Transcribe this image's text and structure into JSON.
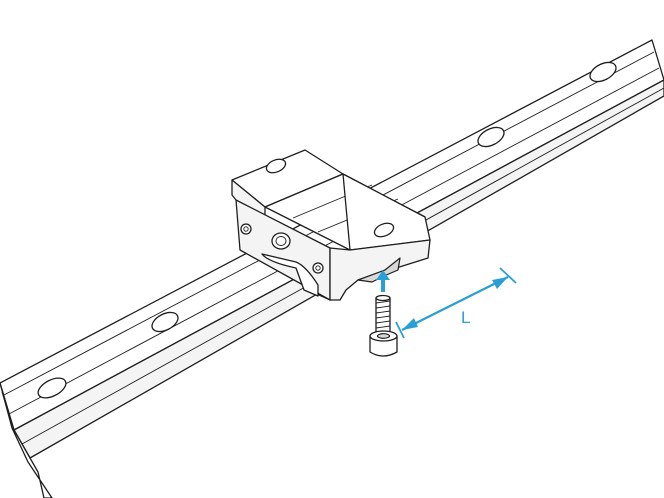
{
  "diagram": {
    "dimension_label": "L",
    "colors": {
      "outline": "#1e1e1e",
      "accent": "#2a9fd6",
      "background": "#ffffff"
    },
    "components": [
      "linear-guide-rail",
      "carriage-block",
      "cap-screw",
      "dimension-arrow"
    ]
  }
}
